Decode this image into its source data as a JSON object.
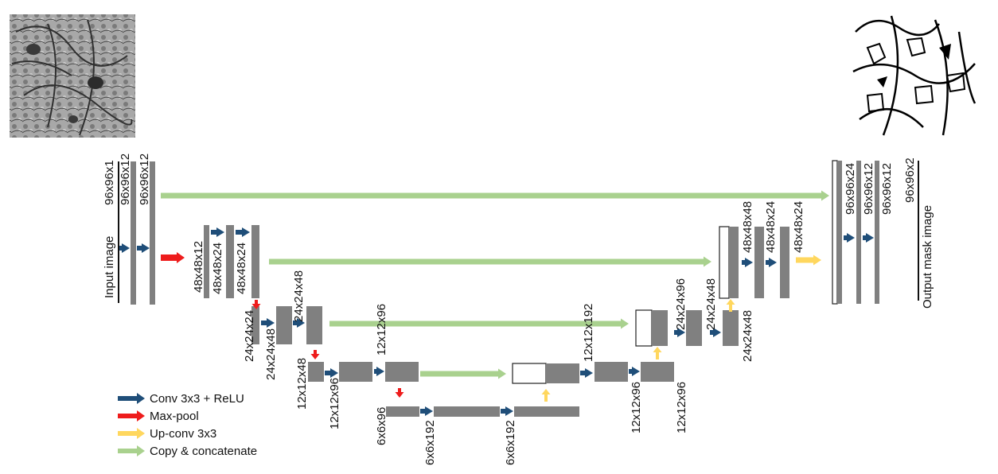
{
  "colors": {
    "conv": "#1f4e79",
    "maxpool": "#ee1c1c",
    "upconv": "#ffd75e",
    "copy": "#a9d18e",
    "block": "#808080",
    "block_empty": "#ffffff"
  },
  "images": {
    "input": "input-microscopy-image",
    "output": "output-segmentation-mask"
  },
  "labels": {
    "input_image": "Input image",
    "output_mask": "Output mask image",
    "l1_in": "96x96x1",
    "l1_a": "96x96x12",
    "l1_b": "96x96x12",
    "l2_a": "48x48x12",
    "l2_b": "48x48x24",
    "l2_c": "48x48x24",
    "l3_a": "24x24x24",
    "l3_b": "24x24x48",
    "l3_c": "24x24x48",
    "l4_a": "12x12x48",
    "l4_b": "12x12x96",
    "l4_c": "12x12x96",
    "l5_a": "6x6x96",
    "l5_b": "6x6x192",
    "l5_c": "6x6x192",
    "u4_a": "12x12x192",
    "u4_b": "12x12x96",
    "u4_c": "12x12x96",
    "u3_a": "24x24x96",
    "u3_b": "24x24x48",
    "u3_c": "24x24x48",
    "u2_a": "48x48x48",
    "u2_b": "48x48x24",
    "u2_c": "48x48x24",
    "u1_a": "96x96x24",
    "u1_b": "96x96x12",
    "u1_c": "96x96x12",
    "u1_out": "96x96x2"
  },
  "legend": [
    {
      "label": "Conv 3x3 + ReLU",
      "color": "#1f4e79"
    },
    {
      "label": "Max-pool",
      "color": "#ee1c1c"
    },
    {
      "label": "Up-conv 3x3",
      "color": "#ffd75e"
    },
    {
      "label": "Copy & concatenate",
      "color": "#a9d18e"
    }
  ]
}
